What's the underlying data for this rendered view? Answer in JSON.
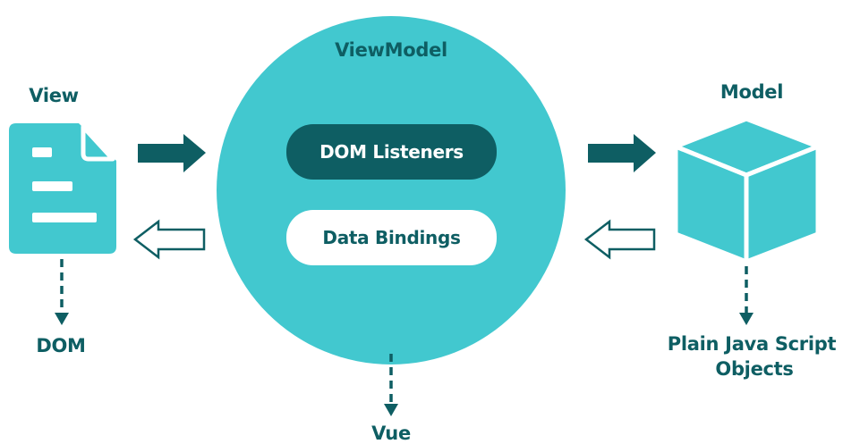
{
  "nodes": {
    "view": {
      "label": "View",
      "below": "DOM"
    },
    "viewmodel": {
      "label": "ViewModel",
      "items": [
        "DOM Listeners",
        "Data Bindings"
      ],
      "below": "Vue"
    },
    "model": {
      "label": "Model",
      "below_line1": "Plain Java Script",
      "below_line2": "Objects"
    }
  },
  "colors": {
    "teal": "#42c8cf",
    "dark": "#0e5e63",
    "white": "#ffffff"
  }
}
